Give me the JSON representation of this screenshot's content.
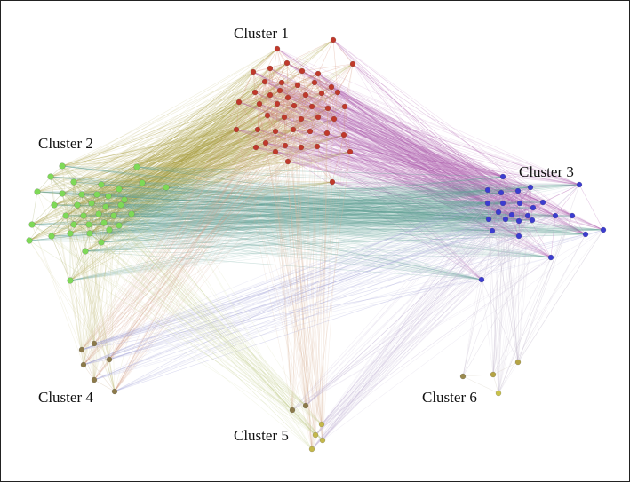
{
  "diagram": {
    "type": "network-graph",
    "clusters": [
      {
        "id": "c1",
        "label": "Cluster 1",
        "color": "#c0392b",
        "edge_color": "#d08a70"
      },
      {
        "id": "c2",
        "label": "Cluster 2",
        "color": "#7ed957",
        "edge_color": "#9aa35a"
      },
      {
        "id": "c3",
        "label": "Cluster 3",
        "color": "#3c3cd0",
        "edge_color": "#b46bb5"
      },
      {
        "id": "c4",
        "label": "Cluster 4",
        "color": "#8c7a4a",
        "edge_color": "#c6a98a"
      },
      {
        "id": "c5",
        "label": "Cluster 5",
        "color": "#c4b84a",
        "edge_color": "#d6c79a"
      },
      {
        "id": "c6",
        "label": "Cluster 6",
        "color": "#b5a445",
        "edge_color": "#c9c0b0"
      }
    ],
    "inter_cluster_edges": [
      {
        "from": "c1",
        "to": "c2",
        "color": "#a99a3a"
      },
      {
        "from": "c1",
        "to": "c3",
        "color": "#b062b0"
      },
      {
        "from": "c2",
        "to": "c3",
        "color": "#6aa79c"
      },
      {
        "from": "c1",
        "to": "c4",
        "color": "#d8a58f"
      },
      {
        "from": "c1",
        "to": "c5",
        "color": "#dcb89c"
      },
      {
        "from": "c2",
        "to": "c4",
        "color": "#c7c48a"
      },
      {
        "from": "c3",
        "to": "c4",
        "color": "#a9a9d9"
      },
      {
        "from": "c3",
        "to": "c5",
        "color": "#c2b6d6"
      },
      {
        "from": "c3",
        "to": "c6",
        "color": "#c9c0d0"
      },
      {
        "from": "c2",
        "to": "c5",
        "color": "#cfd6a0"
      }
    ]
  }
}
